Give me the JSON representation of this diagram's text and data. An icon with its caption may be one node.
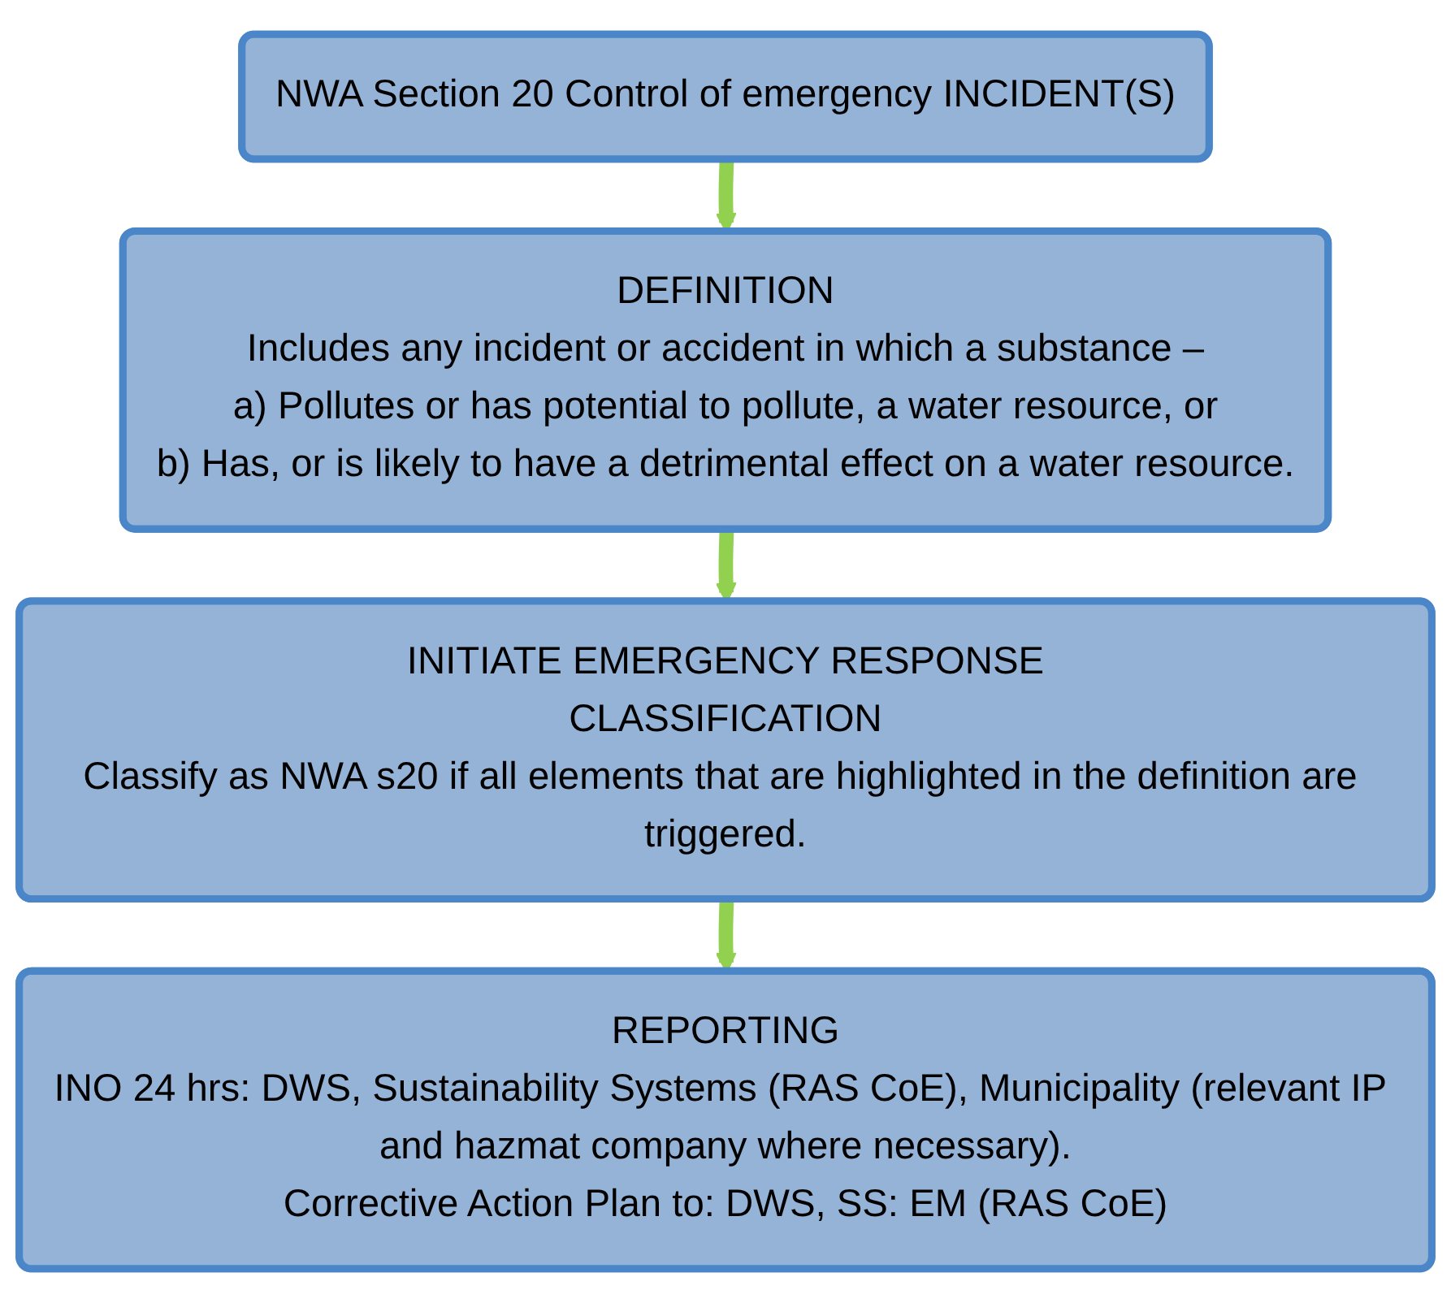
{
  "diagram": {
    "nodes": [
      {
        "text": [
          "NWA Section 20 Control of emergency INCIDENT(S)"
        ]
      },
      {
        "text": [
          "DEFINITION",
          "Includes any incident or accident in which a substance –",
          "a) Pollutes or has potential to pollute, a water resource, or",
          "b) Has, or is likely to have a detrimental effect on a water resource."
        ]
      },
      {
        "text": [
          "INITIATE EMERGENCY RESPONSE",
          "CLASSIFICATION",
          "Classify as NWA s20 if all elements that are highlighted in the definition are triggered."
        ]
      },
      {
        "text": [
          "REPORTING",
          "INO 24 hrs: DWS, Sustainability Systems (RAS CoE), Municipality (relevant IP and hazmat company where necessary).",
          "Corrective Action Plan to: DWS, SS: EM (RAS CoE)"
        ]
      }
    ],
    "edges": [
      {
        "from": 0,
        "to": 1,
        "arrow": "to"
      },
      {
        "from": 1,
        "to": 2,
        "arrow": "to"
      },
      {
        "from": 2,
        "to": 3,
        "arrow": "to"
      }
    ]
  }
}
